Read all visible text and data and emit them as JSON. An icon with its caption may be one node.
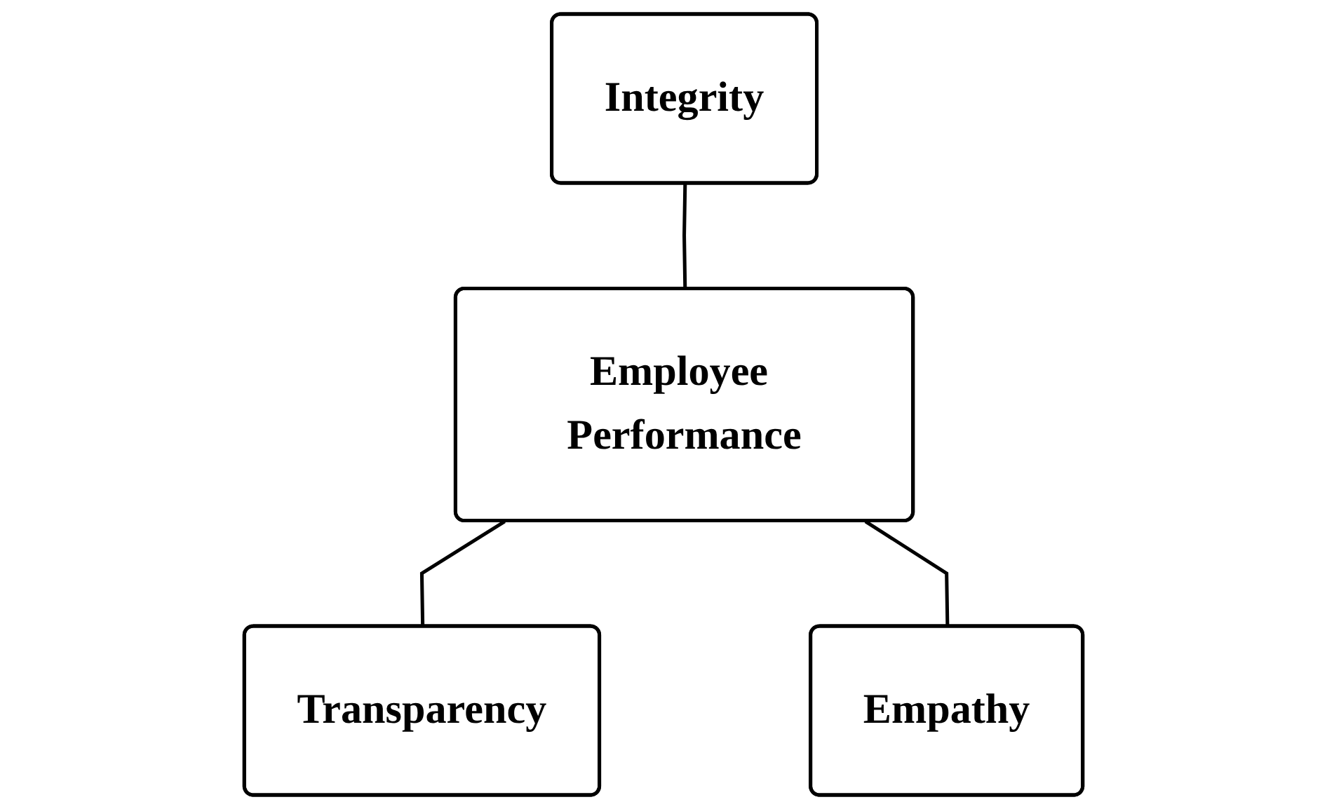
{
  "diagram": {
    "nodes": [
      {
        "text": [
          "Integrity"
        ]
      },
      {
        "text": [
          "Employee Performance"
        ]
      },
      {
        "text": [
          "Transparency"
        ]
      },
      {
        "text": [
          "Empathy"
        ]
      }
    ],
    "edges": [
      {
        "from": 0,
        "to": 1,
        "arrow": "none"
      },
      {
        "from": 1,
        "to": 2,
        "arrow": "none"
      },
      {
        "from": 1,
        "to": 3,
        "arrow": "none"
      }
    ]
  }
}
